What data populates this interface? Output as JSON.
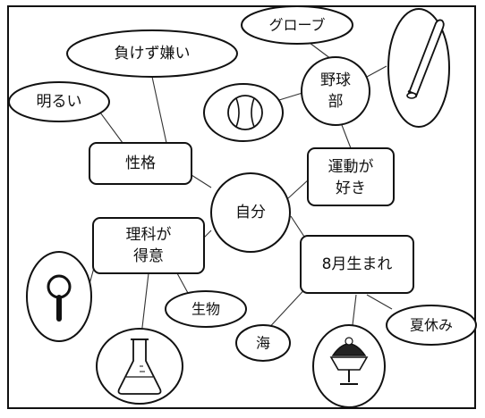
{
  "mindmap": {
    "center": "自分",
    "personality": "性格",
    "sports_likes": [
      "運動が",
      "好き"
    ],
    "science_good": [
      "理科が",
      "得意"
    ],
    "birthday": "8月生まれ",
    "baseball_club": [
      "野球",
      "部"
    ],
    "stubborn": "負けず嫌い",
    "cheerful": "明るい",
    "glove": "グローブ",
    "living_things": "生物",
    "sea": "海",
    "summer_vacation": "夏休み"
  },
  "icons": [
    "baseball-bat-icon",
    "baseball-icon",
    "magnifying-glass-icon",
    "flask-icon",
    "shaved-ice-icon"
  ]
}
